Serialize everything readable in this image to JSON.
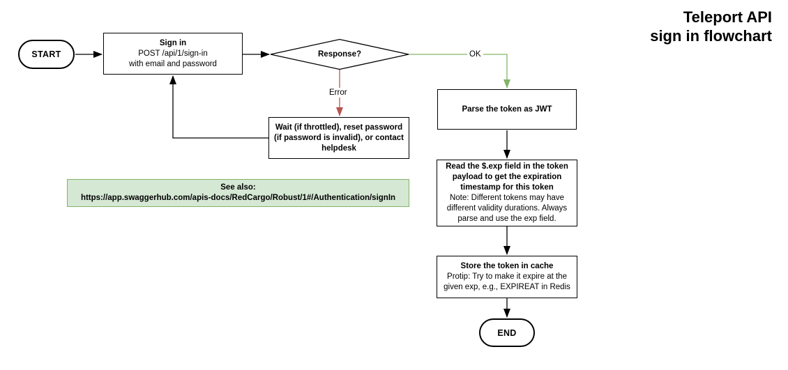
{
  "title": {
    "lines": [
      "Teleport API",
      "sign in flowchart"
    ]
  },
  "colors": {
    "line": "#000000",
    "ok_edge": "#82b366",
    "error_edge": "#b85450",
    "note_bg": "#d5e8d4",
    "note_border": "#82b366"
  },
  "nodes": {
    "start": {
      "label": "START"
    },
    "sign_in": {
      "title": "Sign in",
      "lines": [
        "POST /api/1/sign-in",
        "with email and password"
      ]
    },
    "response": {
      "label": "Response?"
    },
    "wait": {
      "lines": [
        "Wait (if throttled), reset password",
        "(if password is invalid), or contact",
        "helpdesk"
      ]
    },
    "see_also": {
      "title": "See also:",
      "url": "https://app.swaggerhub.com/apis-docs/RedCargo/Robust/1#/Authentication/signIn"
    },
    "parse": {
      "label": "Parse the token as JWT"
    },
    "read": {
      "bold_lines": [
        "Read the $.exp field in the token",
        "payload to get the expiration",
        "timestamp for this token"
      ],
      "note_lines": [
        "Note: Different tokens may have",
        "different validity durations. Always",
        "parse and use the exp field."
      ]
    },
    "store": {
      "bold_line": "Store the token in cache",
      "note_lines": [
        "Protip: Try to make it expire at the",
        "given exp, e.g., EXPIREAT in Redis"
      ]
    },
    "end": {
      "label": "END"
    }
  },
  "edges": {
    "ok_label": "OK",
    "error_label": "Error"
  }
}
